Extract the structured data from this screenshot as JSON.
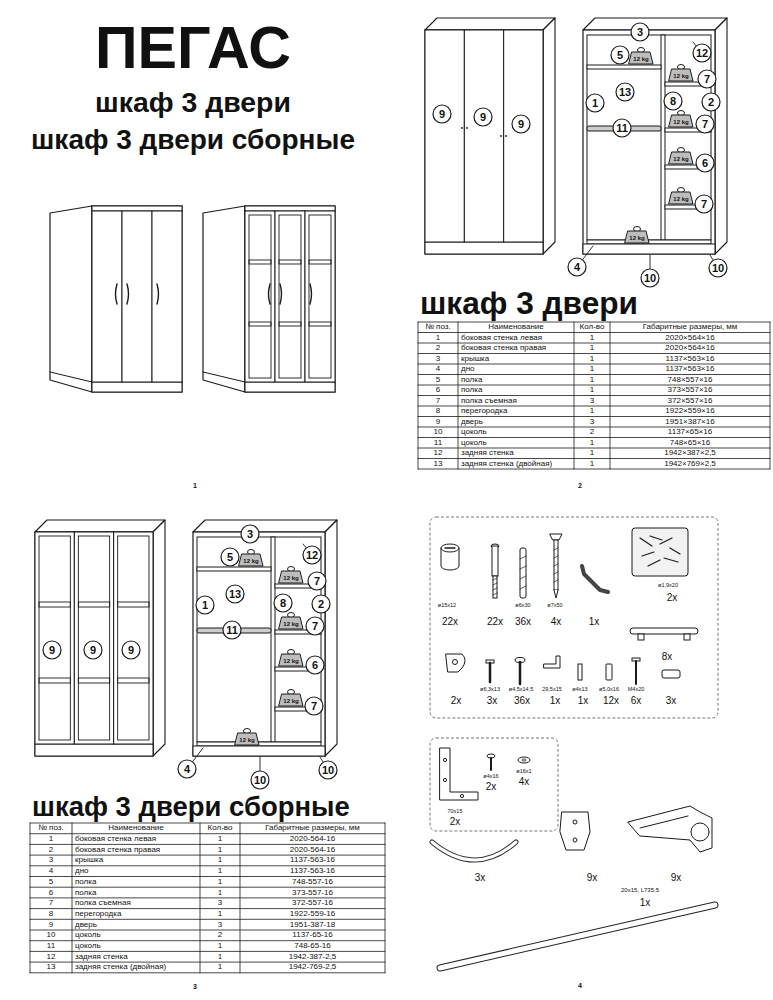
{
  "diagram": {
    "title": "ПЕГАС",
    "labels": [
      "шкаф 3 двери",
      "шкаф 3 двери сборные",
      "1",
      "9",
      "9",
      "9",
      "3",
      "5",
      "12 kg",
      "12",
      "12 kg",
      "7",
      "1",
      "13",
      "8",
      "2",
      "11",
      "12 kg",
      "7",
      "12 kg",
      "6",
      "12 kg",
      "7",
      "12 kg",
      "4",
      "10",
      "10",
      "шкаф 3 двери",
      "№ поз.",
      "Наименование",
      "Кол-во",
      "Габаритные размеры, мм",
      "1",
      "боковая стенка левая",
      "1",
      "2020×564×16",
      "2",
      "боковая стенка правая",
      "1",
      "2020×564×16",
      "3",
      "крышка",
      "1",
      "1137×563×16",
      "4",
      "дно",
      "1",
      "1137×563×16",
      "5",
      "полка",
      "1",
      "748×557×16",
      "6",
      "полка",
      "1",
      "373×557×16",
      "7",
      "полка съемная",
      "3",
      "372×557×16",
      "8",
      "перегородка",
      "1",
      "1922×559×16",
      "9",
      "дверь",
      "3",
      "1951×387×16",
      "10",
      "цоколь",
      "2",
      "1137×65×16",
      "11",
      "цоколь",
      "1",
      "748×65×16",
      "12",
      "задняя стенка",
      "1",
      "1942×387×2,5",
      "13",
      "задняя стенка (двойная)",
      "1",
      "1942×769×2,5",
      "2",
      "9",
      "9",
      "9",
      "3",
      "5",
      "12 kg",
      "12",
      "12 kg",
      "7",
      "1",
      "13",
      "8",
      "2",
      "11",
      "12 kg",
      "7",
      "12 kg",
      "6",
      "12 kg",
      "7",
      "12 kg",
      "4",
      "10",
      "10",
      "шкаф 3 двери сборные",
      "№ поз.",
      "Наименование",
      "Кол-во",
      "Габаритные размеры, мм",
      "1",
      "боковая стенка левая",
      "1",
      "2020-564-16",
      "2",
      "боковая стенка правая",
      "1",
      "2020-564-16",
      "3",
      "крышка",
      "1",
      "1137-563-16",
      "4",
      "дно",
      "1",
      "1137-563-16",
      "5",
      "полка",
      "1",
      "748-557-16",
      "6",
      "полка",
      "1",
      "373-557-16",
      "7",
      "полка съемная",
      "3",
      "372-557-16",
      "8",
      "перегородка",
      "1",
      "1922-559-16",
      "9",
      "дверь",
      "3",
      "1951-387-18",
      "10",
      "цоколь",
      "2",
      "1137-65-16",
      "11",
      "цоколь",
      "1",
      "748-65-16",
      "12",
      "задняя стенка",
      "1",
      "1942-387-2,5",
      "13",
      "задняя стенка (двойная)",
      "1",
      "1942-769-2,5",
      "3",
      "ø15x12",
      "22x",
      "22x",
      "ø6x30",
      "36x",
      "ø7x50",
      "4x",
      "1x",
      "ø1,9x20",
      "2x",
      "8x",
      "2x",
      "ø6,3x13",
      "3x",
      "ø4,5x14,5",
      "36x",
      "29,5x15",
      "1x",
      "ø4x13",
      "1x",
      "ø5,0x16",
      "12x",
      "M4x20",
      "6x",
      "3x",
      "ø4x16",
      "2x",
      "ø16x1",
      "4x",
      "70x15",
      "2x",
      "3x",
      "9x",
      "9x",
      "20x15, L735,5",
      "1x",
      "4"
    ]
  }
}
